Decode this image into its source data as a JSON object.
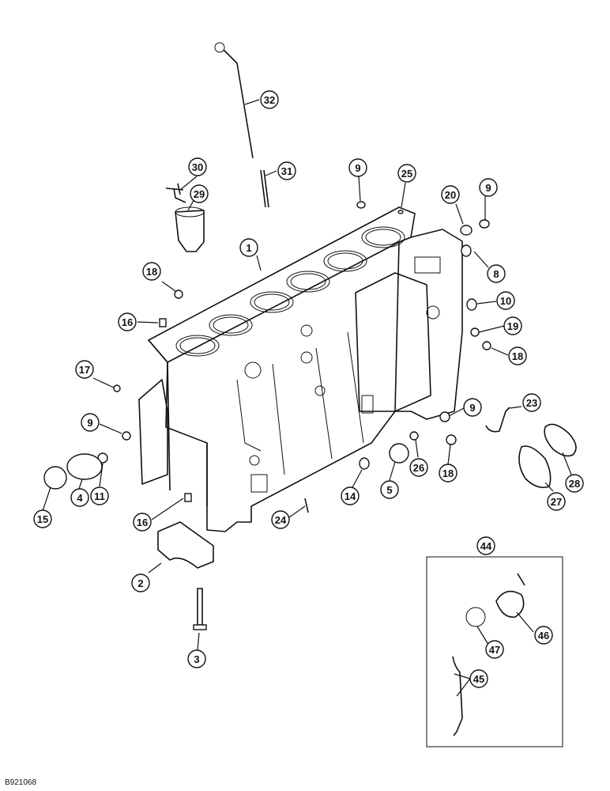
{
  "figure_id": "B921068",
  "callouts": [
    "1",
    "2",
    "3",
    "4",
    "5",
    "8",
    "9",
    "9",
    "9",
    "9",
    "10",
    "11",
    "14",
    "15",
    "16",
    "16",
    "17",
    "18",
    "18",
    "18",
    "19",
    "20",
    "23",
    "24",
    "25",
    "26",
    "27",
    "28",
    "29",
    "30",
    "31",
    "32",
    "44",
    "45",
    "46",
    "47"
  ],
  "callout_1": "1",
  "callout_2": "2",
  "callout_3": "3",
  "callout_4": "4",
  "callout_5": "5",
  "callout_8": "8",
  "callout_9a": "9",
  "callout_9b": "9",
  "callout_9c": "9",
  "callout_9d": "9",
  "callout_10": "10",
  "callout_11": "11",
  "callout_14": "14",
  "callout_15": "15",
  "callout_16a": "16",
  "callout_16b": "16",
  "callout_17": "17",
  "callout_18a": "18",
  "callout_18b": "18",
  "callout_18c": "18",
  "callout_19": "19",
  "callout_20": "20",
  "callout_23": "23",
  "callout_24": "24",
  "callout_25": "25",
  "callout_26": "26",
  "callout_27": "27",
  "callout_28": "28",
  "callout_29": "29",
  "callout_30": "30",
  "callout_31": "31",
  "callout_32": "32",
  "callout_44": "44",
  "callout_45": "45",
  "callout_46": "46",
  "callout_47": "47"
}
